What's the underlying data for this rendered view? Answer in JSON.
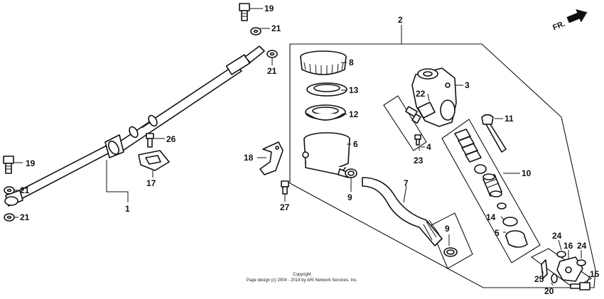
{
  "direction_marker": {
    "label": "FR.",
    "icon": "arrow-forward-icon"
  },
  "copyright": {
    "title": "Copyright",
    "text": "Page design (c) 2004 - 2014 by ARI Network Services, Inc."
  },
  "callouts": {
    "c1": "1",
    "c2": "2",
    "c3": "3",
    "c4": "4",
    "c5": "5",
    "c6": "6",
    "c7": "7",
    "c8": "8",
    "c9a": "9",
    "c9b": "9",
    "c10": "10",
    "c11": "11",
    "c12": "12",
    "c13": "13",
    "c14": "14",
    "c15": "15",
    "c16": "16",
    "c17": "17",
    "c18": "18",
    "c19a": "19",
    "c19b": "19",
    "c20": "20",
    "c21a": "21",
    "c21b": "21",
    "c21c": "21",
    "c21d": "21",
    "c22": "22",
    "c23": "23",
    "c24a": "24",
    "c24b": "24",
    "c25": "25",
    "c26": "26",
    "c27": "27"
  }
}
